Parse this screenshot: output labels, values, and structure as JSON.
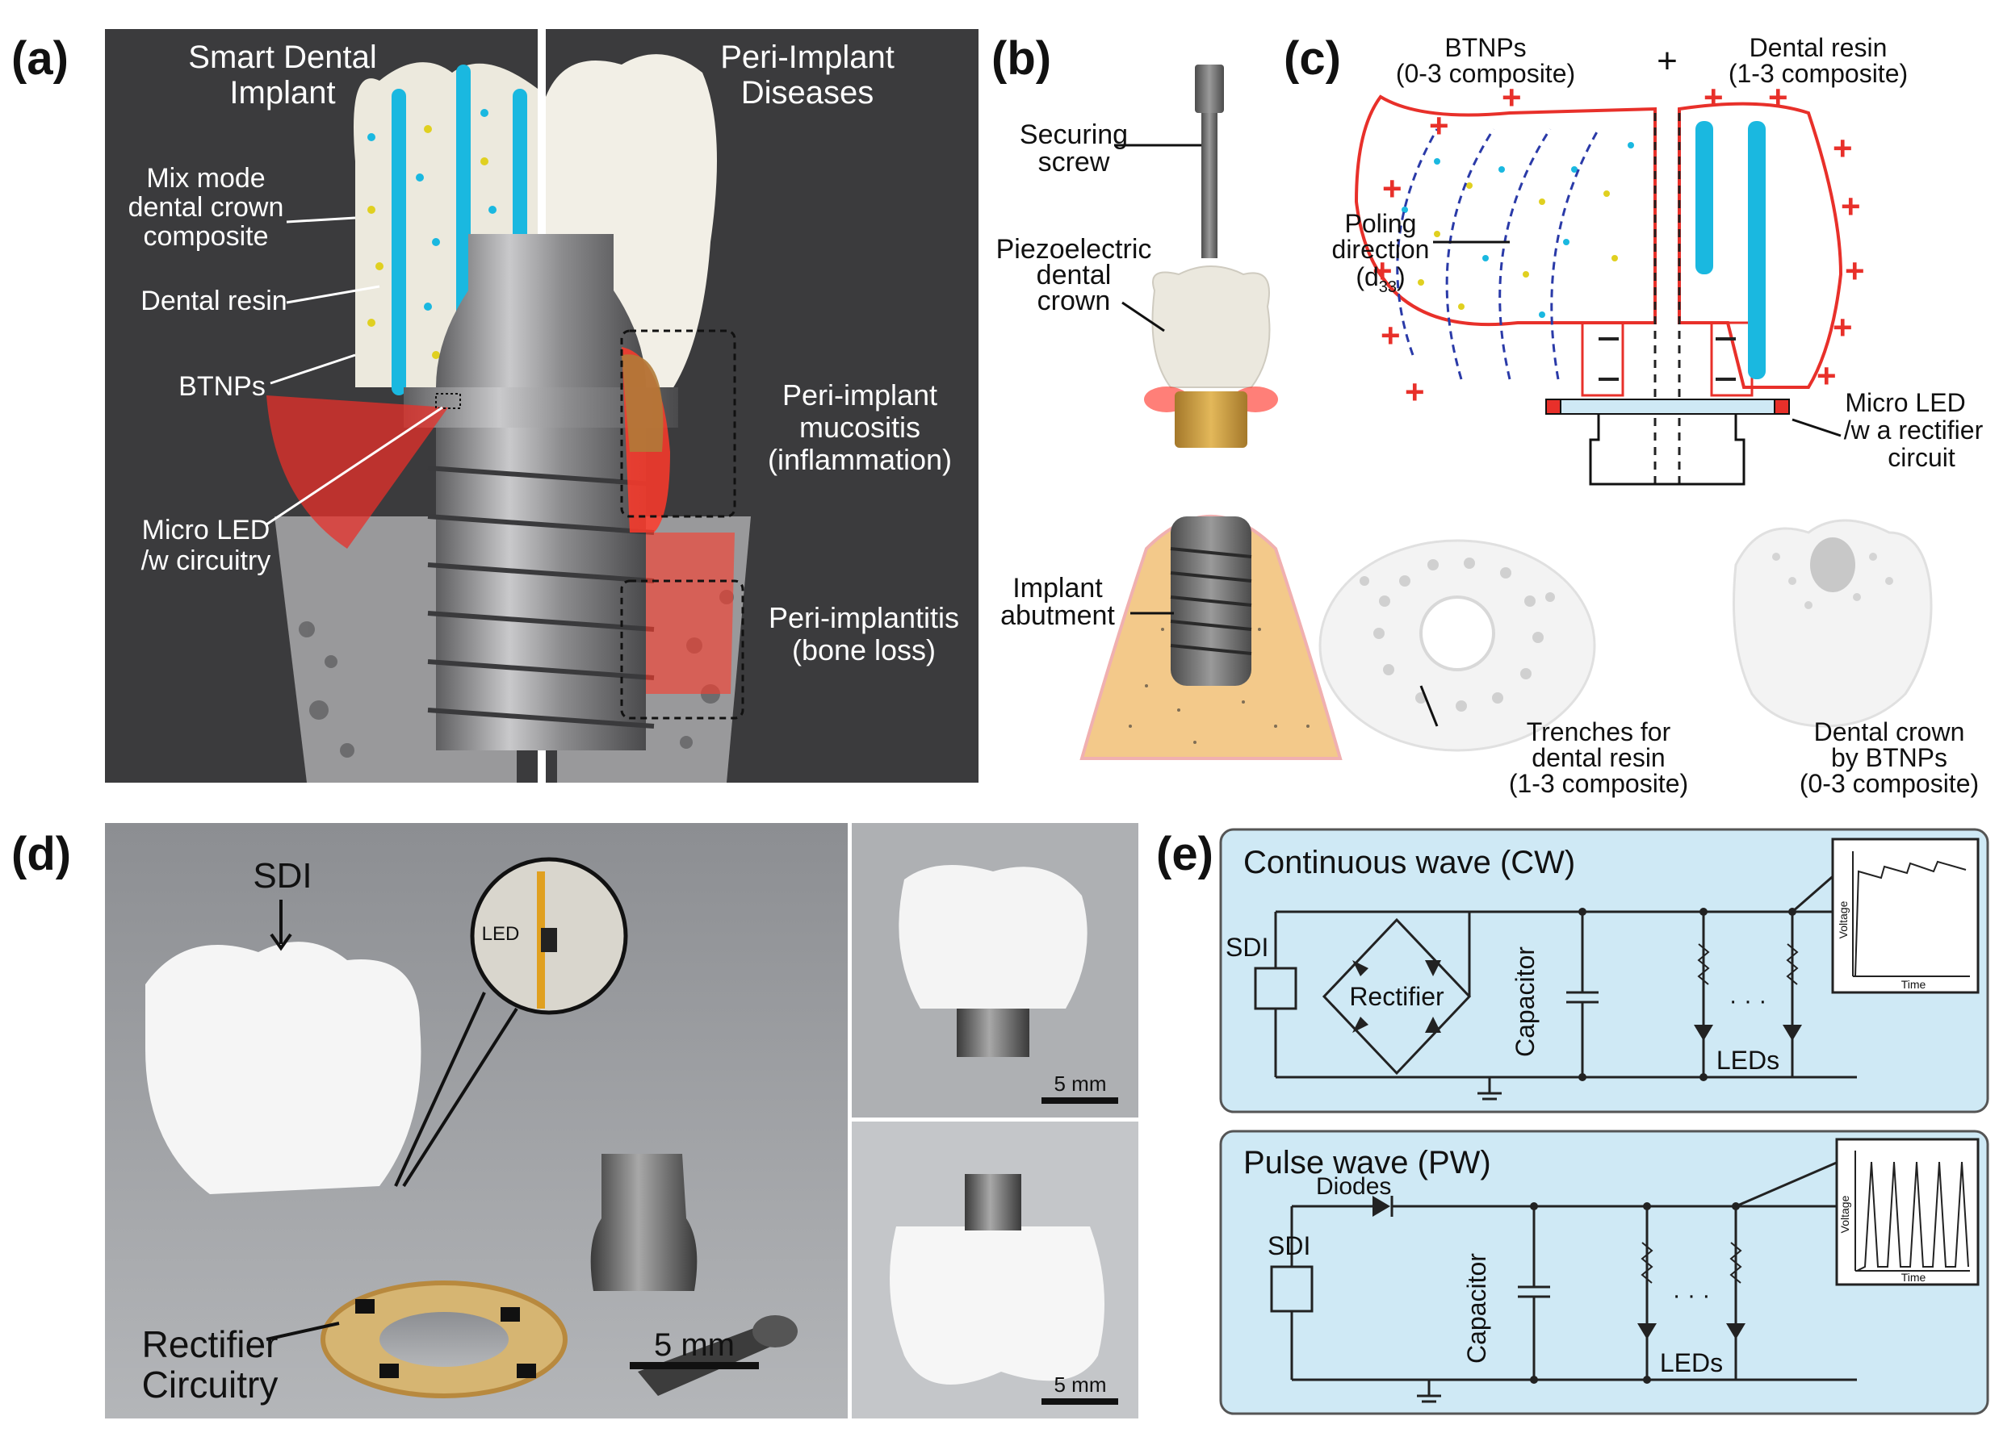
{
  "panels": {
    "a": {
      "letter": "(a)",
      "left_title_1": "Smart Dental",
      "left_title_2": "Implant",
      "right_title_1": "Peri-Implant",
      "right_title_2": "Diseases",
      "labels": {
        "crown_1": "Mix mode",
        "crown_2": "dental crown",
        "crown_3": "composite",
        "resin": "Dental resin",
        "btnps": "BTNPs",
        "led_1": "Micro LED",
        "led_2": "/w circuitry",
        "mucositis_1": "Peri-implant",
        "mucositis_2": "mucositis",
        "mucositis_3": "(inflammation)",
        "implantitis_1": "Peri-implantitis",
        "implantitis_2": "(bone loss)"
      }
    },
    "b": {
      "letter": "(b)",
      "screw_1": "Securing",
      "screw_2": "screw",
      "crown_1": "Piezoelectric",
      "crown_2": "dental",
      "crown_3": "crown",
      "abutment_1": "Implant",
      "abutment_2": "abutment"
    },
    "c": {
      "letter": "(c)",
      "btnps_1": "BTNPs",
      "btnps_2": "(0-3 composite)",
      "plus": "+",
      "resin_1": "Dental resin",
      "resin_2": "(1-3 composite)",
      "poling_1": "Poling",
      "poling_2": "direction",
      "poling_3": "(d",
      "poling_sub": "33",
      "poling_4": ")",
      "led_1": "Micro LED",
      "led_2": "/w a rectifier",
      "led_3": "circuit",
      "trench_1": "Trenches for",
      "trench_2": "dental resin",
      "trench_3": "(1-3 composite)",
      "crown2_1": "Dental crown",
      "crown2_2": "by BTNPs",
      "crown2_3": "(0-3 composite)"
    },
    "d": {
      "letter": "(d)",
      "sdi": "SDI",
      "led": "LED",
      "rect_1": "Rectifier",
      "rect_2": "Circuitry",
      "scale_main": "5 mm",
      "scale_top": "5 mm",
      "scale_bottom": "5 mm"
    },
    "e": {
      "letter": "(e)",
      "cw_title": "Continuous wave (CW)",
      "pw_title": "Pulse wave (PW)",
      "sdi": "SDI",
      "rectifier": "Rectifier",
      "capacitor": "Capacitor",
      "leds": "LEDs",
      "dots": "· · ·",
      "diodes": "Diodes",
      "voltage": "Voltage",
      "time": "Time"
    }
  },
  "colors": {
    "dark_panel": "#3a3a3c",
    "crown": "#ece8dc",
    "btnp_cyan": "#1ab8e0",
    "btnp_yellow": "#e0d020",
    "led_red": "#e8302a",
    "circuit_bg": "#cfe9f5",
    "bone": "#f3c98a",
    "photo_gray": "#9a9ca0"
  }
}
